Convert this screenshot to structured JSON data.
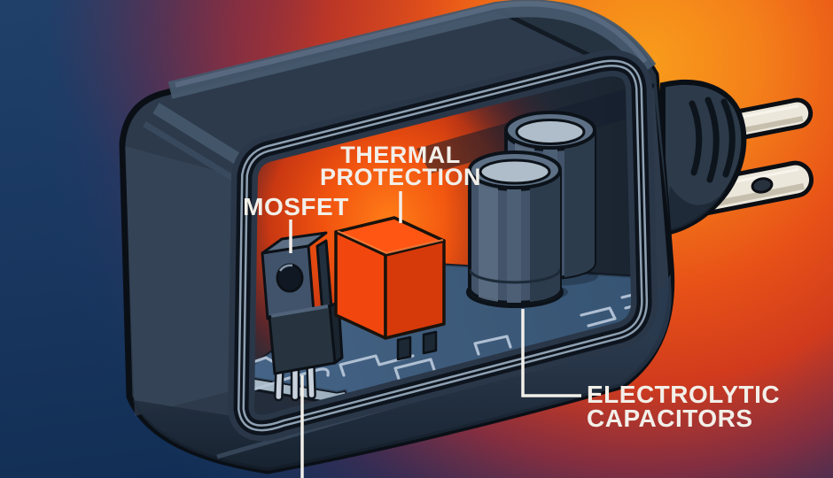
{
  "illustration_labels": {
    "mosfet": "MOSFET",
    "thermal_line1": "THERMAL",
    "thermal_line2": "PROTECTION",
    "capacitors_line1": "ELECTROLYTIC",
    "capacitors_line2": "CAPACITORS"
  },
  "colors": {
    "label_text": "#f2efe9",
    "leader_line": "#f2efe9",
    "background_navy": "#1d3a5e",
    "background_orange": "#f89c1b",
    "background_red": "#d93d1d",
    "shell": "#2c3a4b",
    "shell_outline": "#0a0f16",
    "rim_highlight": "#8ea0b2",
    "interior_glow": "#ff6a13",
    "pcb": "#3d5a7a",
    "pcb_trace": "#b6c6d8",
    "cube_top": "#ff5614",
    "cube_left": "#f1470e",
    "cube_right": "#d63a0a",
    "capacitor_body": "#42536a",
    "capacitor_top": "#aebdc9",
    "prong": "#ece7db"
  },
  "components": [
    {
      "name": "adapter-shell"
    },
    {
      "name": "circuit-board"
    },
    {
      "name": "mosfet-transistor"
    },
    {
      "name": "thermal-protection-cube"
    },
    {
      "name": "electrolytic-capacitor-back"
    },
    {
      "name": "electrolytic-capacitor-front"
    },
    {
      "name": "wall-plug-prongs"
    }
  ]
}
